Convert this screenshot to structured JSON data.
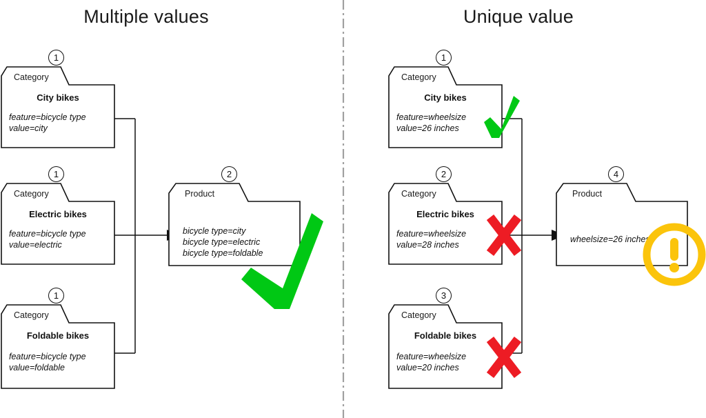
{
  "diagram": {
    "title_left": "Multiple values",
    "title_right": "Unique value",
    "divider": {
      "name": "vertical-dash-dot-divider",
      "color": "#a0a0a0"
    }
  },
  "colors": {
    "ink": "#111111",
    "check_green": "#00C814",
    "cross_red": "#ED1C24",
    "warning_yellow": "#FBC40B",
    "divider_gray": "#a0a0a0"
  },
  "left_panel": {
    "cards": [
      {
        "badge": "1",
        "type": "Category",
        "name": "City bikes",
        "attrs": [
          "feature=bicycle type",
          "value=city"
        ]
      },
      {
        "badge": "1",
        "type": "Category",
        "name": "Electric bikes",
        "attrs": [
          "feature=bicycle type",
          "value=electric"
        ]
      },
      {
        "badge": "1",
        "type": "Category",
        "name": "Foldable bikes",
        "attrs": [
          "feature=bicycle type",
          "value=foldable"
        ]
      }
    ],
    "product": {
      "badge": "2",
      "type": "Product",
      "name": "",
      "attrs": [
        "bicycle type=city",
        "bicycle type=electric",
        "bicycle type=foldable"
      ]
    },
    "verdict": "check"
  },
  "right_panel": {
    "cards": [
      {
        "badge": "1",
        "type": "Category",
        "name": "City bikes",
        "attrs": [
          "feature=wheelsize",
          "value=26 inches"
        ],
        "mark": "check"
      },
      {
        "badge": "2",
        "type": "Category",
        "name": "Electric bikes",
        "attrs": [
          "feature=wheelsize",
          "value=28 inches"
        ],
        "mark": "cross"
      },
      {
        "badge": "3",
        "type": "Category",
        "name": "Foldable bikes",
        "attrs": [
          "feature=wheelsize",
          "value=20 inches"
        ],
        "mark": "cross"
      }
    ],
    "product": {
      "badge": "4",
      "type": "Product",
      "name": "",
      "attrs": [
        "wheelsize=26 inches"
      ]
    },
    "verdict": "warning"
  }
}
